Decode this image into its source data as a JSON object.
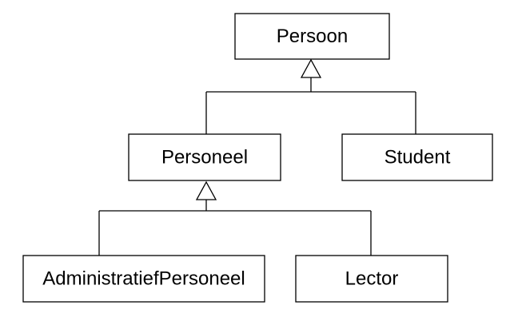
{
  "diagram": {
    "type": "uml-class-hierarchy",
    "classes": {
      "persoon": "Persoon",
      "personeel": "Personeel",
      "student": "Student",
      "administratief_personeel": "AdministratiefPersoneel",
      "lector": "Lector"
    },
    "generalizations": [
      {
        "parent": "Persoon",
        "children": [
          "Personeel",
          "Student"
        ]
      },
      {
        "parent": "Personeel",
        "children": [
          "AdministratiefPersoneel",
          "Lector"
        ]
      }
    ],
    "colors": {
      "stroke": "#000000",
      "fill": "#ffffff",
      "text": "#000000"
    }
  }
}
